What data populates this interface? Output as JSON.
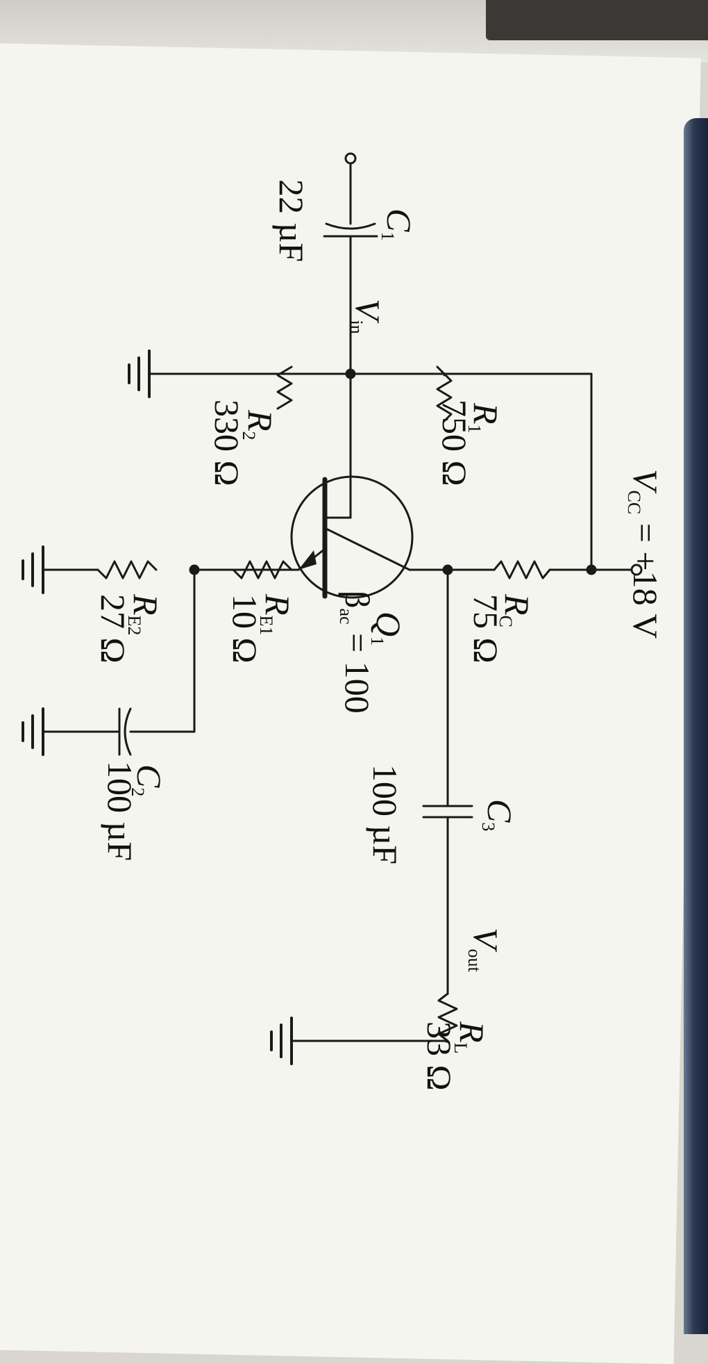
{
  "supply": {
    "label": "V",
    "sub": "CC",
    "value": " = +18 V"
  },
  "input": {
    "label": "V",
    "sub": "in"
  },
  "output": {
    "label": "V",
    "sub": "out"
  },
  "components": {
    "c1": {
      "name": "C",
      "sub": "1",
      "value": "22 µF"
    },
    "r1": {
      "name": "R",
      "sub": "1",
      "value": "750 Ω"
    },
    "r2": {
      "name": "R",
      "sub": "2",
      "value": "330 Ω"
    },
    "rc": {
      "name": "R",
      "sub": "C",
      "value": "75 Ω"
    },
    "re1": {
      "name": "R",
      "sub": "E1",
      "value": "10 Ω"
    },
    "re2": {
      "name": "R",
      "sub": "E2",
      "value": "27 Ω"
    },
    "c2": {
      "name": "C",
      "sub": "2",
      "value": "100 µF"
    },
    "c3": {
      "name": "C",
      "sub": "3",
      "value": "100 µF"
    },
    "rl": {
      "name": "R",
      "sub": "L",
      "value": "33 Ω"
    },
    "q1": {
      "name": "Q",
      "sub": "1",
      "beta": "β",
      "beta_sub": "ac",
      "beta_value": " = 100"
    }
  }
}
